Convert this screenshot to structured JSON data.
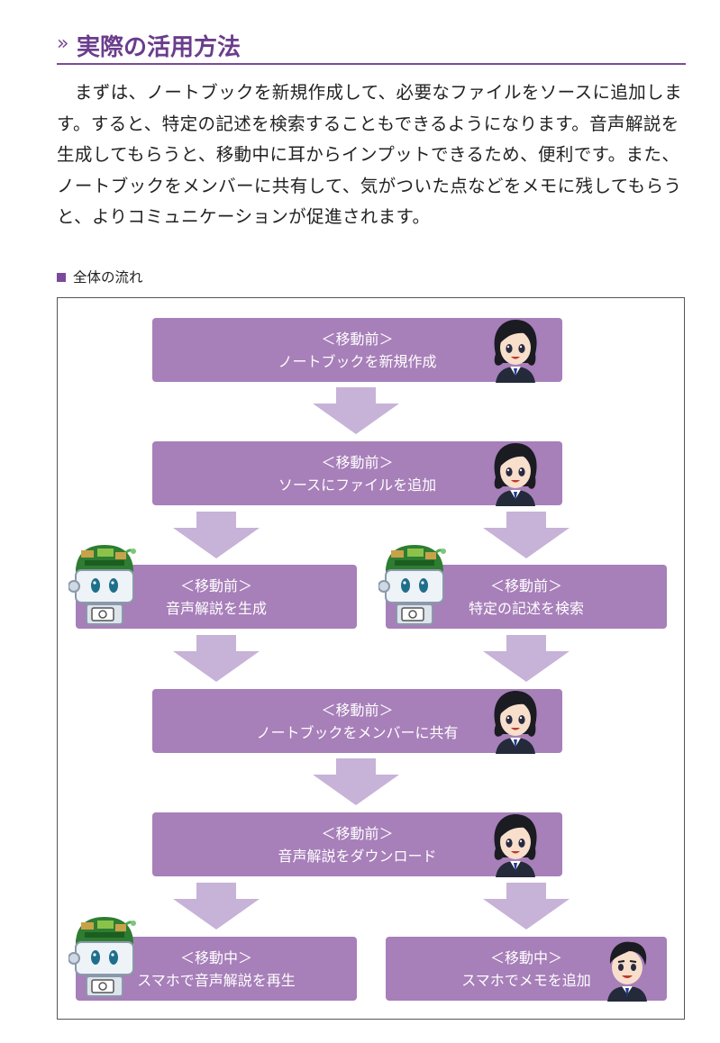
{
  "heading": {
    "mark": "»",
    "title": "実際の活用方法"
  },
  "body": {
    "paragraph": "　まずは、ノートブックを新規作成して、必要なファイルをソースに追加します。すると、特定の記述を検索することもできるようになります。音声解説を生成してもらうと、移動中に耳からインプットできるため、便利です。また、ノートブックをメンバーに共有して、気がついた点などをメモに残してもらうと、よりコミュニケーションが促進されます。"
  },
  "diagram": {
    "caption": "全体の流れ",
    "steps": [
      {
        "phase": "＜移動前＞",
        "action": "ノートブックを新規作成",
        "actor": "woman-icon"
      },
      {
        "phase": "＜移動前＞",
        "action": "ソースにファイルを追加",
        "actor": "woman-icon"
      },
      {
        "phase": "＜移動前＞",
        "action": "音声解説を生成",
        "actor": "robot-icon"
      },
      {
        "phase": "＜移動前＞",
        "action": "特定の記述を検索",
        "actor": "robot-icon"
      },
      {
        "phase": "＜移動前＞",
        "action": "ノートブックをメンバーに共有",
        "actor": "woman-icon"
      },
      {
        "phase": "＜移動前＞",
        "action": "音声解説をダウンロード",
        "actor": "woman-icon"
      },
      {
        "phase": "＜移動中＞",
        "action": "スマホで音声解説を再生",
        "actor": "robot-icon"
      },
      {
        "phase": "＜移動中＞",
        "action": "スマホでメモを追加",
        "actor": "man-icon"
      }
    ],
    "colors": {
      "box": "#a77fb9",
      "arrow": "#c7b2d8",
      "accent": "#7b4a9a"
    }
  }
}
